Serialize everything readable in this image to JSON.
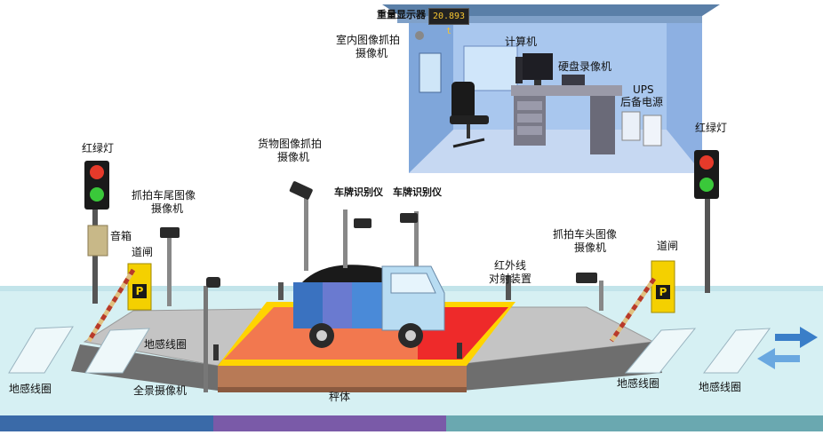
{
  "labels": {
    "weight_display": "重量显示器",
    "display_value": "20.893 t",
    "indoor_camera_l1": "室内图像抓拍",
    "indoor_camera_l2": "摄像机",
    "computer": "计算机",
    "hdd_recorder": "硬盘录像机",
    "ups_l1": "UPS",
    "ups_l2": "后备电源",
    "traffic_light_left": "红绿灯",
    "traffic_light_right": "红绿灯",
    "cargo_camera_l1": "货物图像抓拍",
    "cargo_camera_l2": "摄像机",
    "rear_camera_l1": "抓拍车尾图像",
    "rear_camera_l2": "摄像机",
    "plate_reader_1": "车牌识别仪",
    "plate_reader_2": "车牌识别仪",
    "speaker": "音箱",
    "barrier_left": "道闸",
    "barrier_right": "道闸",
    "infrared_l1": "红外线",
    "infrared_l2": "对射装置",
    "front_camera_l1": "抓拍车头图像",
    "front_camera_l2": "摄像机",
    "loop_coil_ramp": "地感线圈",
    "loop_coil_far_left": "地感线圈",
    "panorama_camera": "全景摄像机",
    "scale_body": "秤体",
    "loop_coil_right_1": "地感线圈",
    "loop_coil_right_2": "地感线圈",
    "barrier_sign": "P"
  },
  "colors": {
    "building_wall": "#8fb4e6",
    "roof": "#5a7fa8",
    "ground": "#d4eef2",
    "scale_plate_red": "#f06a50",
    "scale_plate_yellow": "#ffd400",
    "truck_cab": "#b8dcf2",
    "barrier_yellow": "#f4d000",
    "bottom_strip_blue": "#3a6aa8",
    "bottom_strip_purple": "#7a5aa8",
    "bottom_strip_teal": "#6aa8b0"
  }
}
